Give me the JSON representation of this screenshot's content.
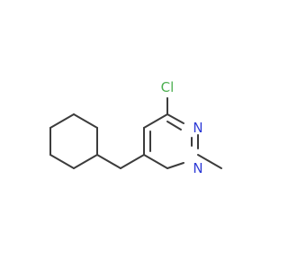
{
  "molecule": {
    "atoms": {
      "chlorine": {
        "symbol": "Cl",
        "color": "#4CAF50"
      },
      "nitrogen_1": {
        "symbol": "N",
        "color": "#2E3BD6"
      },
      "nitrogen_3": {
        "symbol": "N",
        "color": "#2E3BD6"
      }
    },
    "bond_color": "#3c3c3c",
    "groups": [
      "chloro",
      "pyrimidine-ring",
      "methyl",
      "methylene-bridge",
      "cyclohexyl-ring"
    ]
  }
}
